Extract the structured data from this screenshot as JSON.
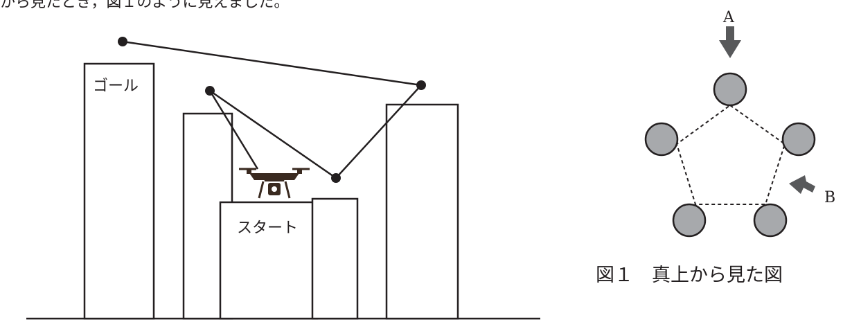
{
  "top_text": "から見たとき，図１のように見えました。",
  "diagram": {
    "goal_label": "ゴール",
    "start_label": "スタート",
    "figure_caption": "図１　真上から見た図",
    "label_a": "A",
    "label_b": "B"
  },
  "colors": {
    "line": "#231f20",
    "circle_fill": "#a7a9ac",
    "arrow": "#58595b",
    "drone": "#3a2a20"
  }
}
